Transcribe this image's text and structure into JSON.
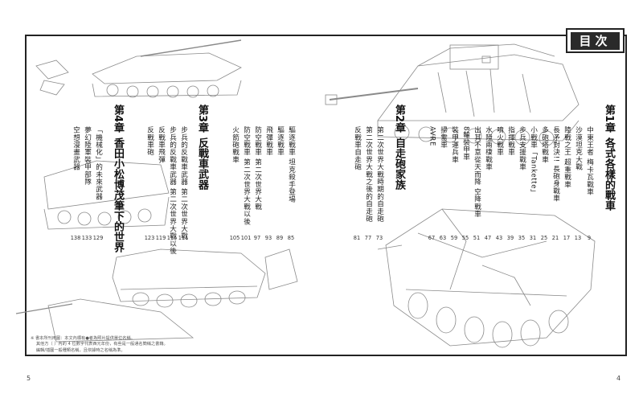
{
  "page_title": "目次",
  "chapters": [
    {
      "num": "第1章",
      "title": "各式各樣的戰車",
      "items": [
        {
          "text": "中東王者 梅卡瓦戰車",
          "page": "9"
        },
        {
          "text": "沙漠坦克大戰",
          "page": "13"
        },
        {
          "text": "陸戰之王 超重戰車",
          "page": "17"
        },
        {
          "text": "長矛對決!! 長砲身戰車",
          "page": "21"
        },
        {
          "text": "多砲塔戰車",
          "page": "25"
        },
        {
          "text": "小戰車「Tankette」",
          "page": "31"
        },
        {
          "text": "步兵支援戰車",
          "page": "35"
        },
        {
          "text": "指揮戰車",
          "page": "39"
        },
        {
          "text": "噴火戰車",
          "page": "43"
        },
        {
          "text": "水陸兩棲戰車",
          "page": "47"
        },
        {
          "text": "出其不意從天而降 空降戰車",
          "page": "51"
        },
        {
          "text": "8輪裝甲車",
          "page": "55"
        },
        {
          "text": "裝甲運兵車",
          "page": "59"
        },
        {
          "text": "掃雷車",
          "page": "63"
        },
        {
          "text": "AVRE",
          "page": "67"
        }
      ]
    },
    {
      "num": "第2章",
      "title": "自走砲家族",
      "items": [
        {
          "text": "第二次世界大戰時期的自走砲",
          "page": "73"
        },
        {
          "text": "第二次世界大戰之後的自走砲",
          "page": "77"
        },
        {
          "text": "反戰車自走砲",
          "page": "81"
        }
      ]
    },
    {
      "num": "第3章",
      "title": "反戰車武器",
      "items": [
        {
          "text": "驅逐戰車 坦克殺手登場",
          "page": "85"
        },
        {
          "text": "驅逐戰車",
          "page": "89"
        },
        {
          "text": "飛彈戰車",
          "page": "93"
        },
        {
          "text": "防空戰車 第二次世界大戰",
          "page": "97"
        },
        {
          "text": "防空戰車 第二次世界大戰以後",
          "page": "101"
        },
        {
          "text": "火箭砲戰車",
          "page": "105"
        },
        {
          "text": "步兵的反戰車武器 第二次世界大戰",
          "page": "111"
        },
        {
          "text": "步兵的反戰車武器 第二次世界大戰以後",
          "page": "115"
        },
        {
          "text": "反戰車飛彈",
          "page": "119"
        },
        {
          "text": "反戰車砲",
          "page": "123"
        }
      ]
    },
    {
      "num": "第4章",
      "title": "香田小松博茂筆下的世界",
      "items": [
        {
          "text": "「機械化」的未來武器",
          "page": "129"
        },
        {
          "text": "夢幻陸軍裝甲部隊",
          "page": "133"
        },
        {
          "text": "空想漫畫武器",
          "page": "138"
        }
      ]
    }
  ],
  "footnote": [
    "※ 書本所刊用圖：本文內標有●者為照片提供單位名稱。",
    "　 其他方（ ）內的 4 位數字代表西元年份，有些是一般通名簡稱之書籍。",
    "　 編輯/插圖一般種類名稱，且依據時之名稱為準。"
  ],
  "page_numbers": {
    "left": "5",
    "right": "4"
  }
}
